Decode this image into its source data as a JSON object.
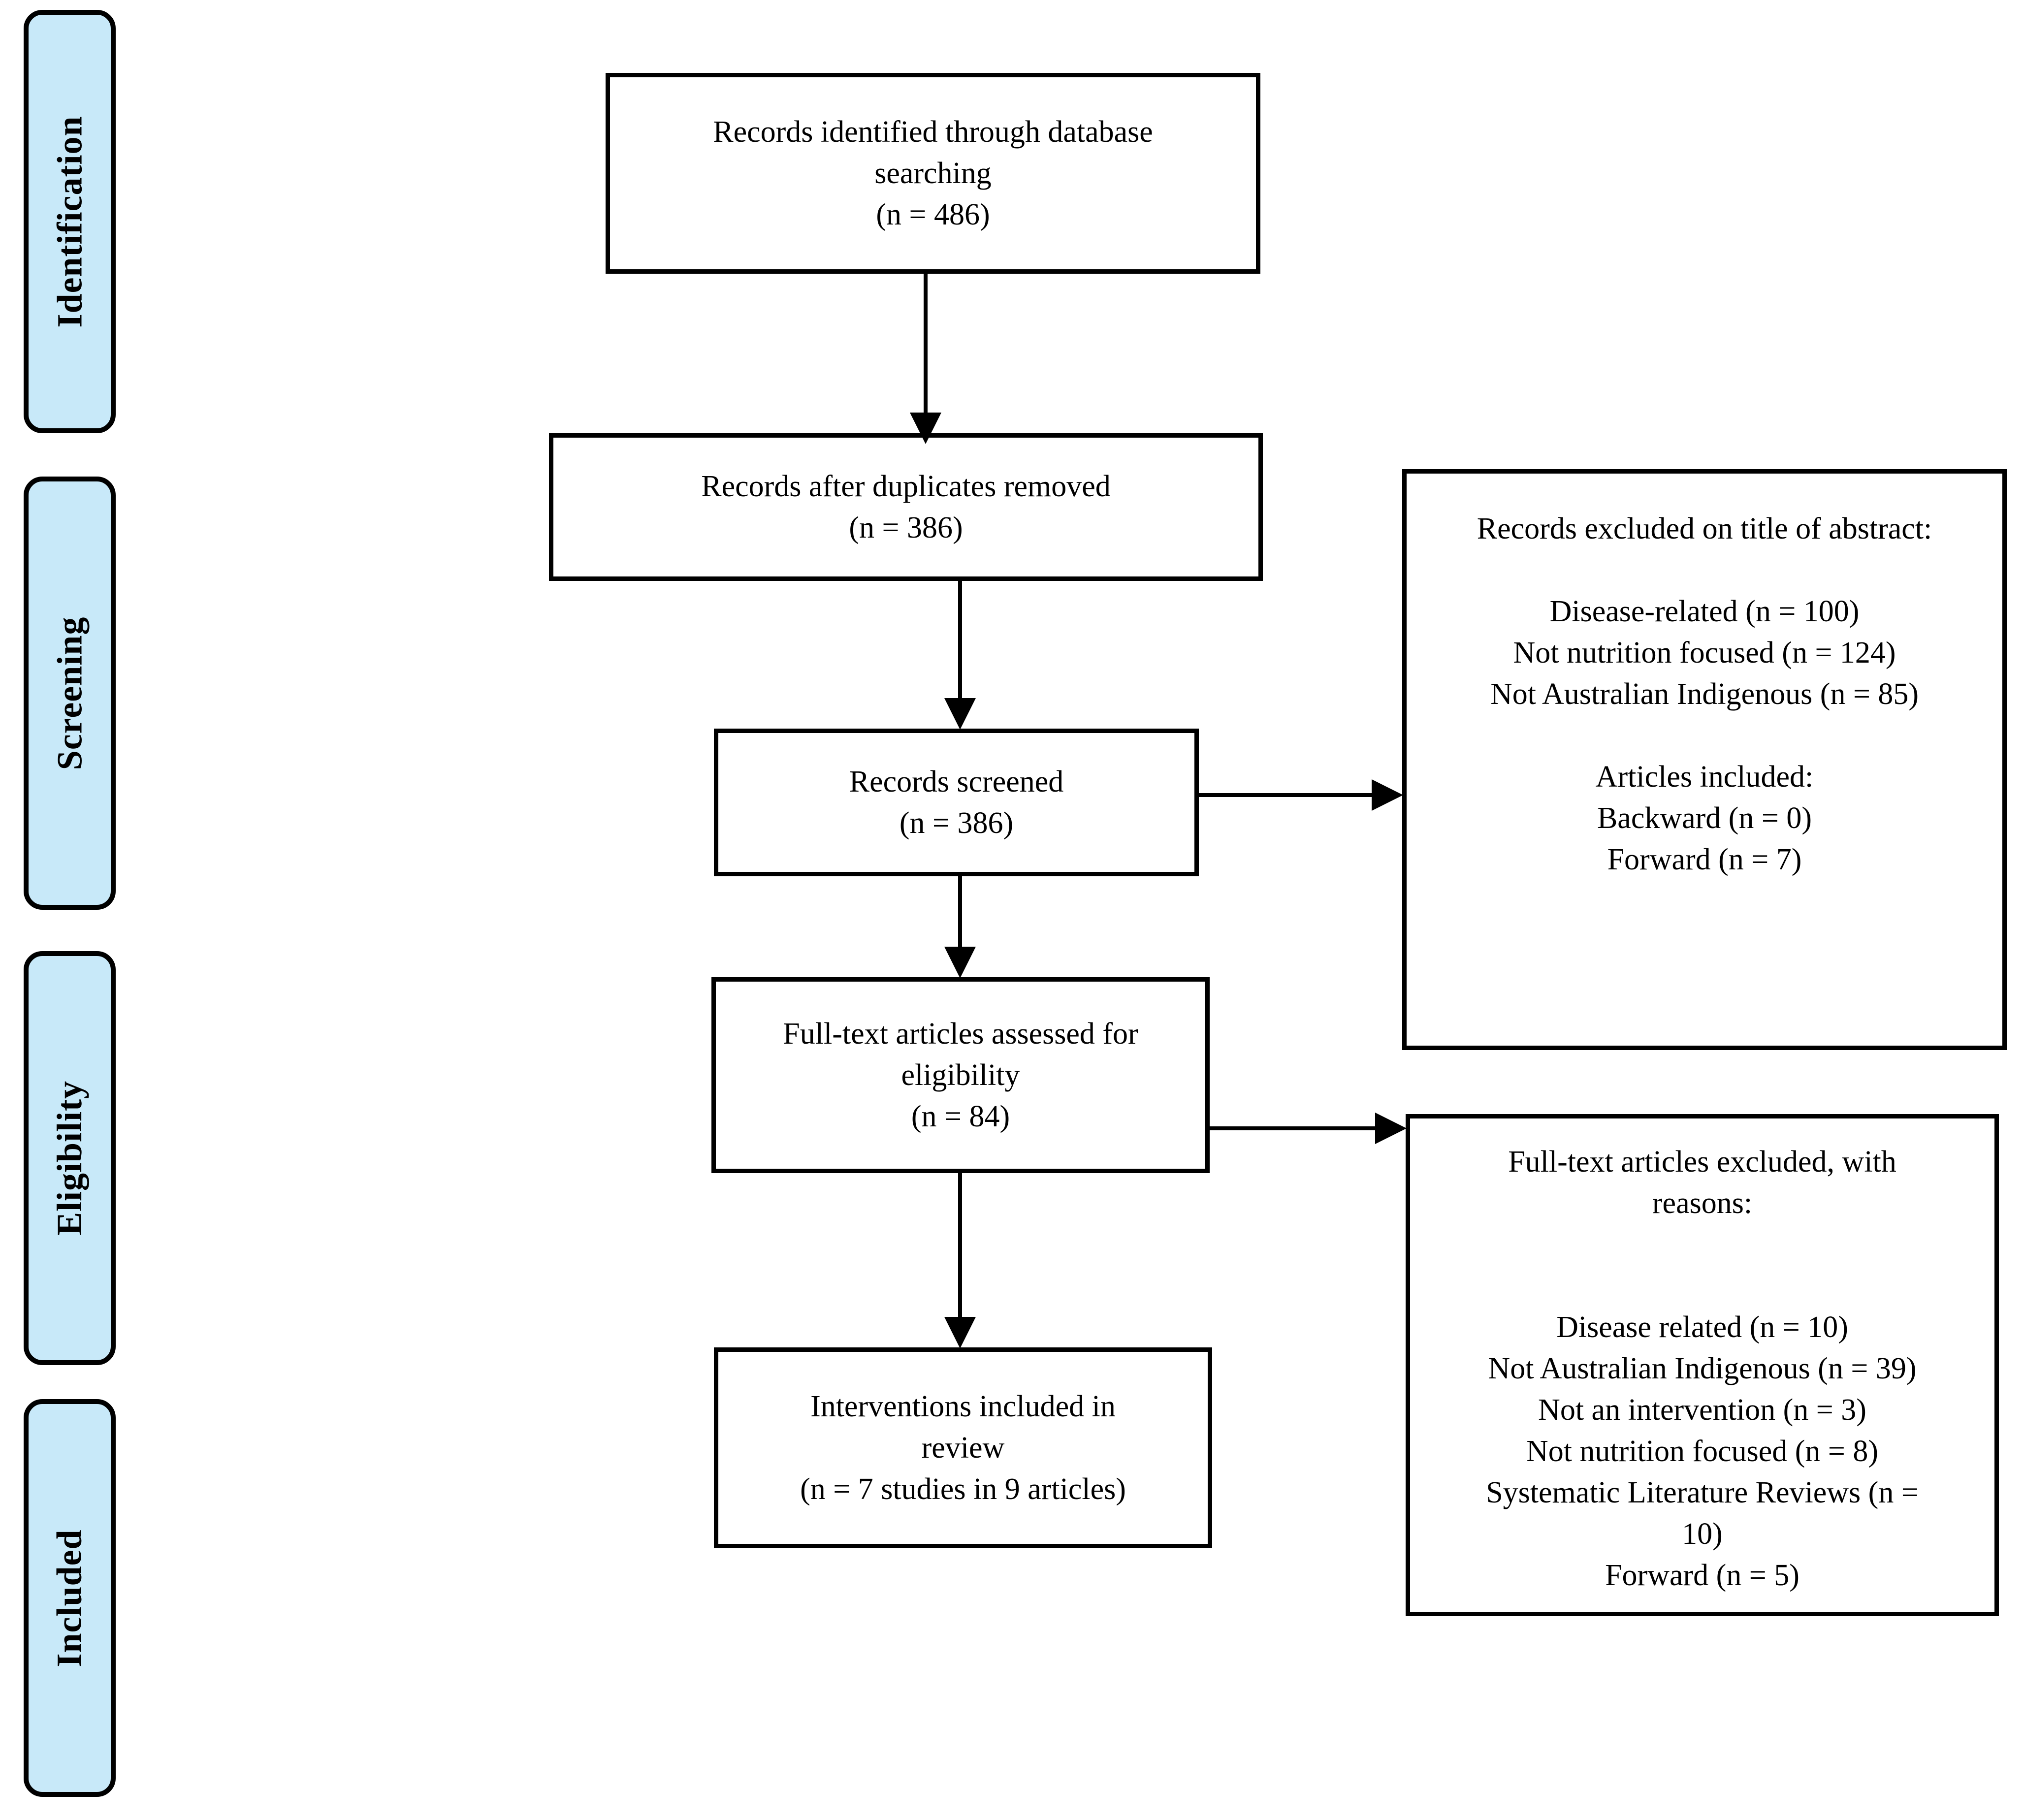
{
  "colors": {
    "stage_fill": "#c8e9f9",
    "stage_border": "#000000",
    "box_border": "#000000",
    "background": "#ffffff",
    "text": "#000000"
  },
  "sidebar": {
    "stages": [
      {
        "label": "Identification"
      },
      {
        "label": "Screening"
      },
      {
        "label": "Eligibility"
      },
      {
        "label": "Included"
      }
    ]
  },
  "flow": {
    "identified": {
      "lines": [
        "Records identified through database",
        "searching",
        "(n = 486)"
      ]
    },
    "duplicates_removed": {
      "lines": [
        "Records after duplicates removed",
        "(n = 386)"
      ]
    },
    "screened": {
      "lines": [
        "Records screened",
        "(n = 386)"
      ]
    },
    "full_text_assessed": {
      "lines": [
        "Full-text articles assessed for",
        "eligibility",
        "(n = 84)"
      ]
    },
    "included_review": {
      "lines": [
        "Interventions included in",
        "review",
        "(n = 7 studies in 9 articles)"
      ]
    }
  },
  "exclusions": {
    "title_abstract": {
      "lines": [
        "Records excluded on title of abstract:",
        "",
        "Disease-related (n = 100)",
        "Not nutrition focused (n = 124)",
        "Not Australian Indigenous (n = 85)",
        "",
        "Articles included:",
        "Backward (n = 0)",
        "Forward (n = 7)"
      ]
    },
    "full_text": {
      "lines": [
        "Full-text articles excluded, with",
        "reasons:",
        "",
        "",
        "Disease related (n = 10)",
        "Not Australian Indigenous (n = 39)",
        "Not an intervention (n = 3)",
        "Not nutrition focused (n = 8)",
        "Systematic Literature Reviews (n =",
        "10)",
        "Forward (n = 5)"
      ]
    }
  }
}
